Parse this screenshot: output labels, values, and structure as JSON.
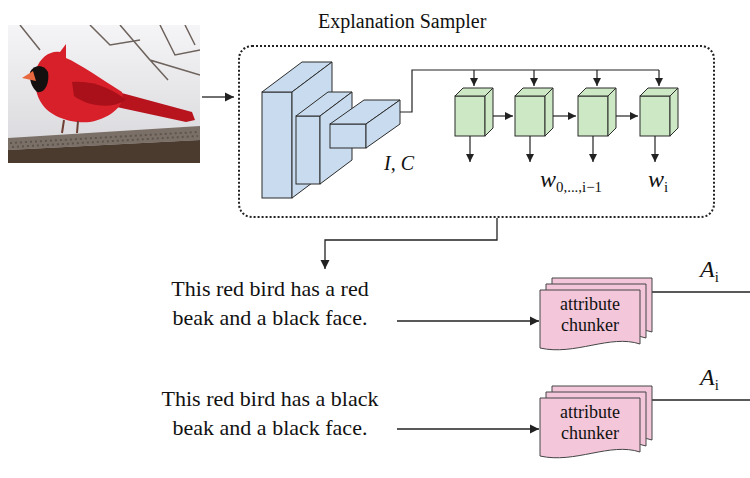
{
  "diagram": {
    "nodes": [
      {
        "text": [
          "Explanation Sampler"
        ]
      },
      {
        "text": [
          "This red bird has a red beak and a black face."
        ]
      },
      {
        "text": [
          "attribute chunker"
        ]
      },
      {
        "text": [
          "This red bird has a black beak and a black face."
        ]
      },
      {
        "text": [
          "attribute chunker"
        ]
      }
    ],
    "edges": [
      {
        "from": 0,
        "to": 1,
        "arrow": "to"
      },
      {
        "from": 1,
        "to": 2,
        "arrow": "to"
      },
      {
        "from": 3,
        "to": 4,
        "arrow": "to"
      }
    ],
    "labels": [
      "I, C",
      "w0,...,i−1",
      "wi",
      "Ai",
      "Ai"
    ]
  }
}
